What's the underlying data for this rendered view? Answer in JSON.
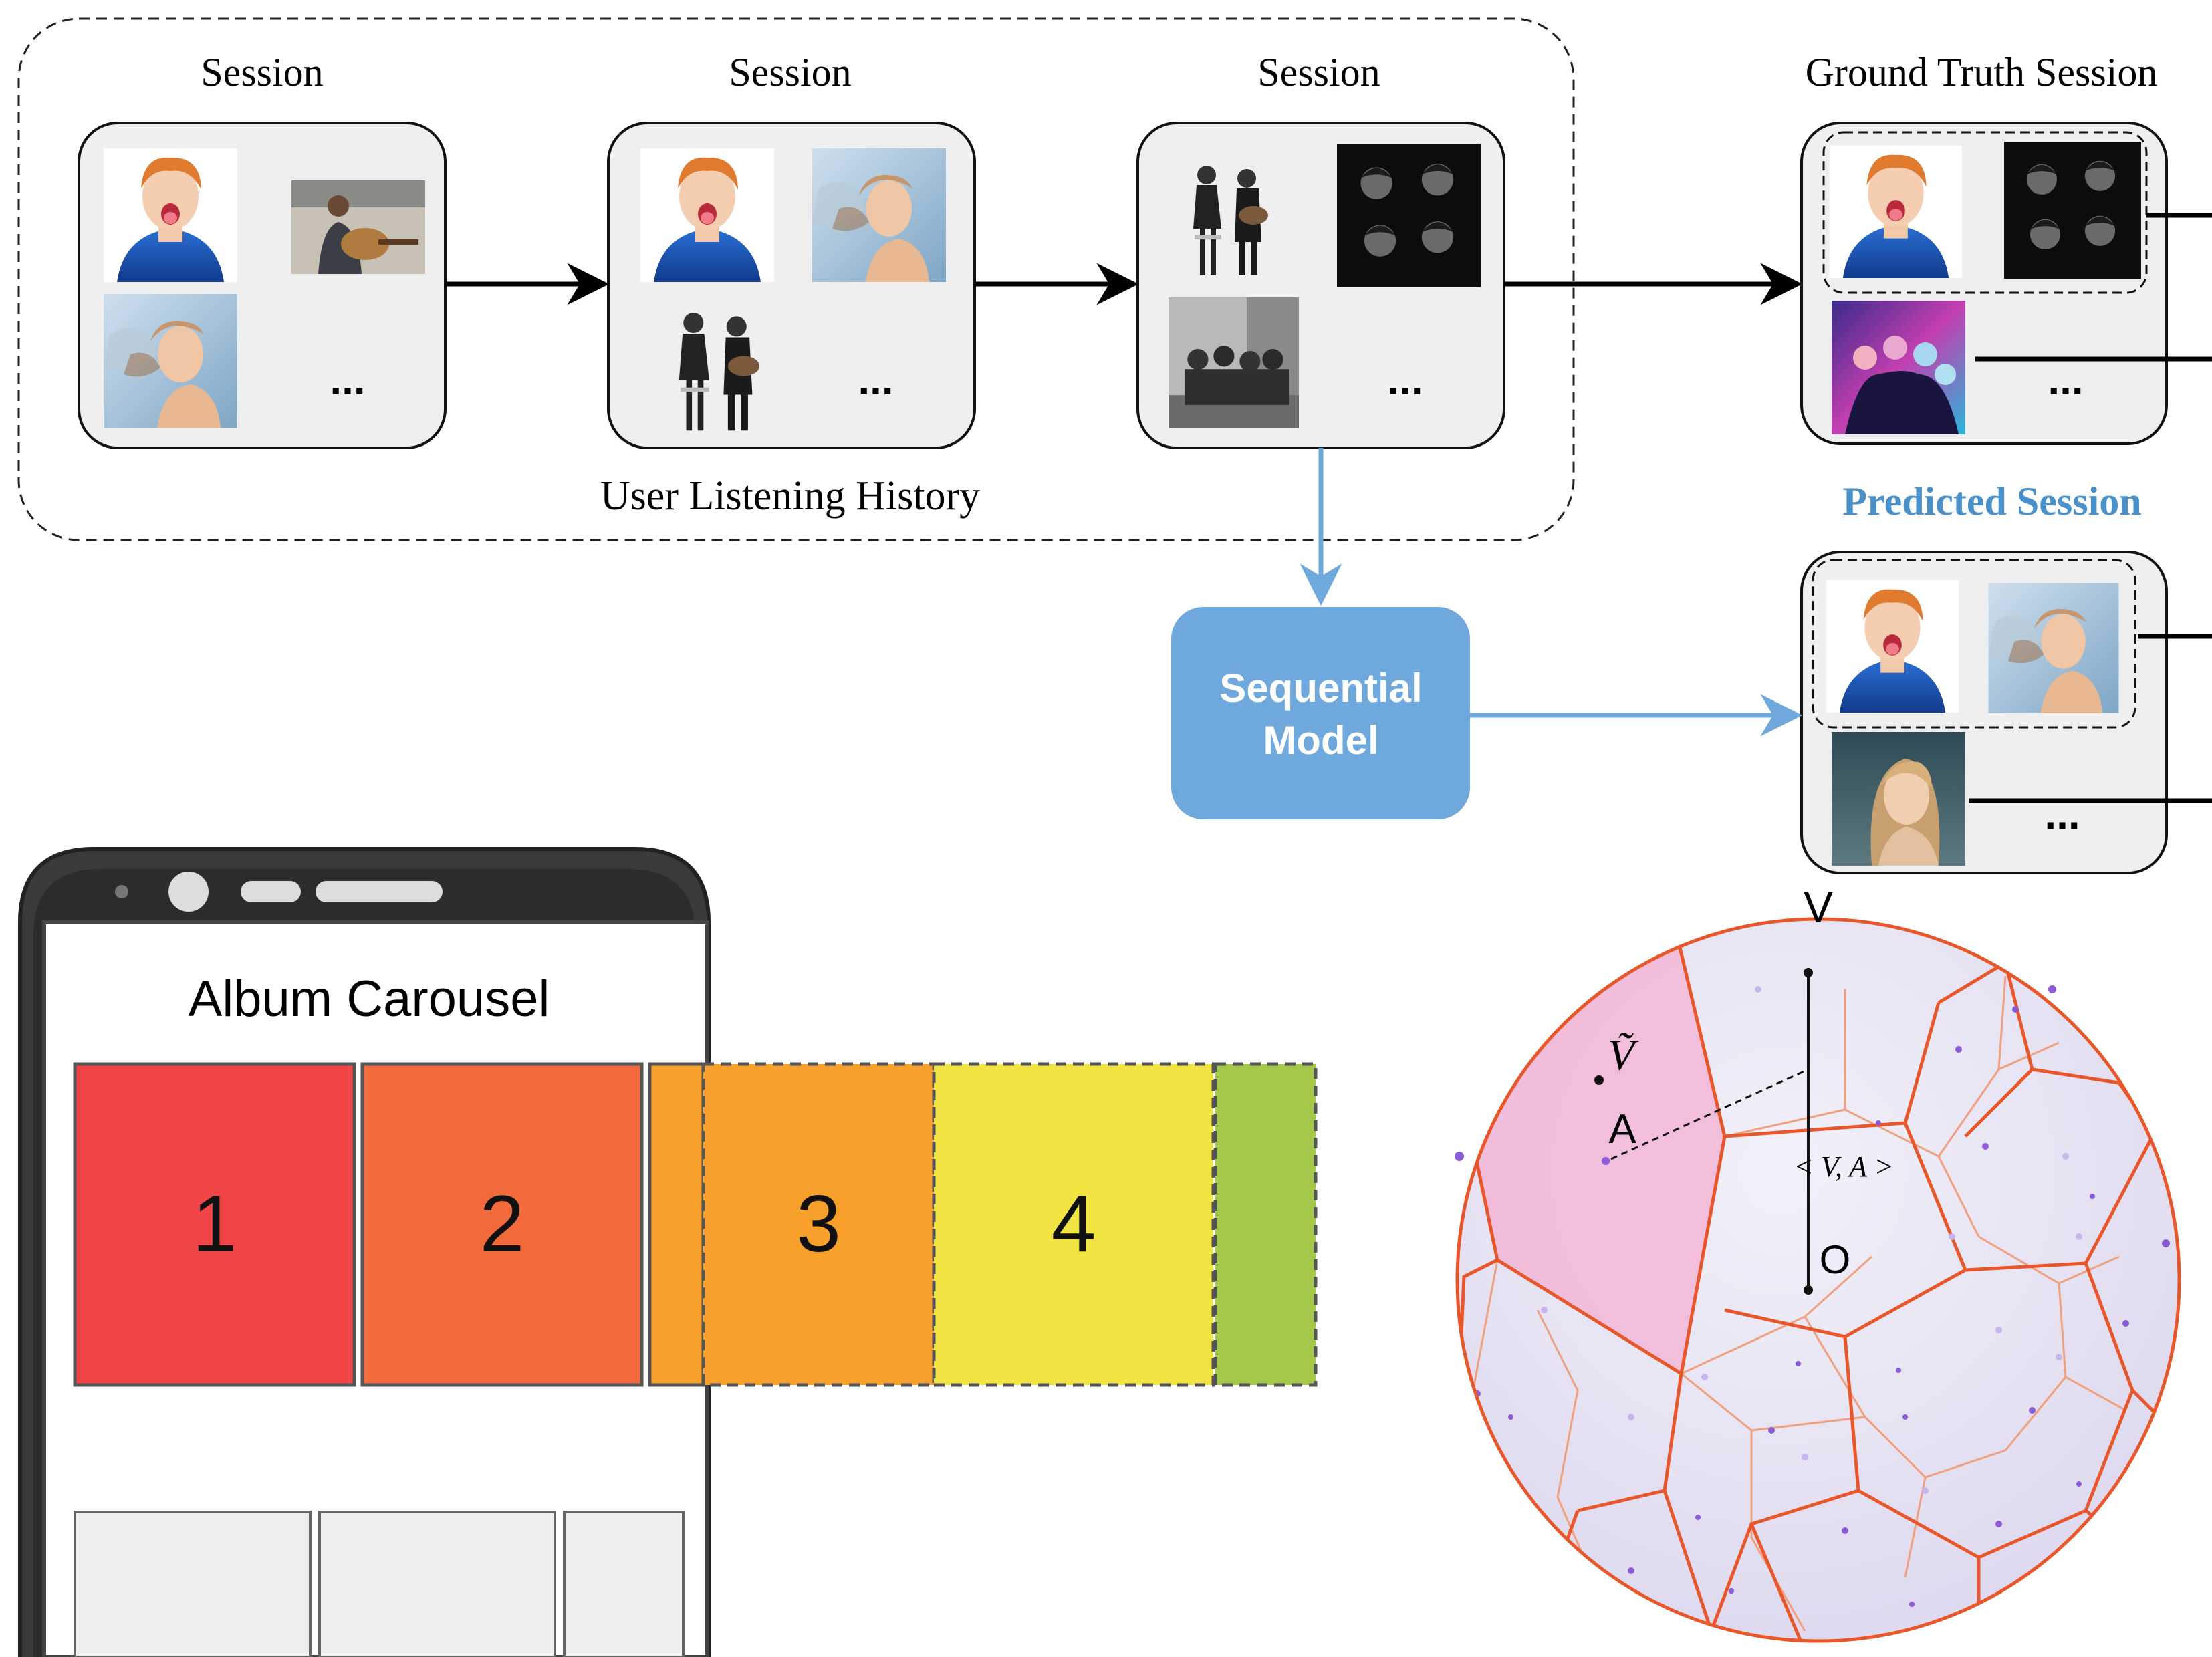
{
  "history": {
    "label": "User Listening History",
    "sessions": [
      {
        "title": "Session",
        "ellipsis": "...",
        "items": [
          "ed-sheeran",
          "guitar-player",
          "taylor-swift"
        ]
      },
      {
        "title": "Session",
        "ellipsis": "...",
        "items": [
          "ed-sheeran",
          "taylor-swift",
          "simon-garfunkel"
        ]
      },
      {
        "title": "Session",
        "ellipsis": "...",
        "items": [
          "simon-garfunkel",
          "beatles",
          "ccr-band"
        ]
      }
    ]
  },
  "ground_truth": {
    "title": "Ground Truth Session",
    "ellipsis": "...",
    "items": [
      "ed-sheeran",
      "beatles",
      "coldplay"
    ]
  },
  "predicted": {
    "title": "Predicted Session",
    "ellipsis": "...",
    "items": [
      "ed-sheeran",
      "taylor-swift",
      "adele"
    ]
  },
  "model": {
    "line1": "Sequential",
    "line2": "Model"
  },
  "carousel": {
    "title": "Album Carousel",
    "tiles": [
      {
        "label": "1",
        "color": "#f04447"
      },
      {
        "label": "2",
        "color": "#f2693b"
      },
      {
        "label": "",
        "color": "#f7a02c"
      },
      {
        "label": "3",
        "color": "#f7a02c"
      },
      {
        "label": "4",
        "color": "#f2e443"
      },
      {
        "label": "",
        "color": "#a3c84a"
      }
    ]
  },
  "sphere": {
    "top_label": "V",
    "vtilde_label": "Ṽ",
    "a_label": "A",
    "inner_label": "< V, A >",
    "origin_label": "O"
  },
  "colors": {
    "arrow_blue": "#6fa8dc",
    "model_fill": "#6fa8dc",
    "predicted_title": "#4a90c9",
    "voronoi": "#e8562a",
    "region_fill": "#f2b6d6"
  }
}
